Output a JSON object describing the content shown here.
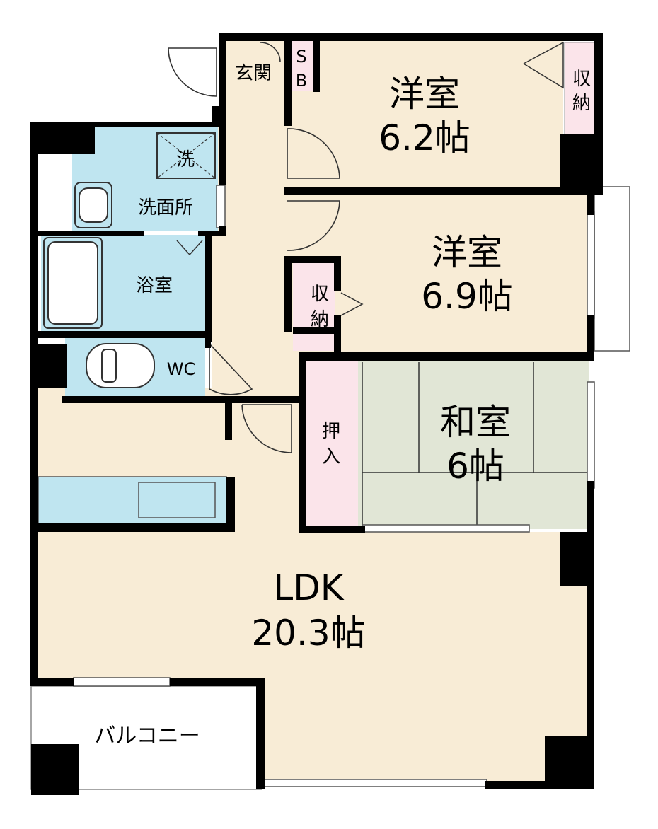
{
  "labels": {
    "entrance": "玄関",
    "shoe_box_s": "S",
    "shoe_box_b": "B",
    "room1_name": "洋室",
    "room1_size": "6.2帖",
    "storage1_a": "収",
    "storage1_b": "納",
    "washer": "洗",
    "washroom": "洗面所",
    "room2_name": "洋室",
    "room2_size": "6.9帖",
    "bath": "浴室",
    "storage2_a": "収",
    "storage2_b": "納",
    "wc": "WC",
    "oshiire_a": "押",
    "oshiire_b": "入",
    "washitsu_name": "和室",
    "washitsu_size": "6帖",
    "ldk_name": "LDK",
    "ldk_size": "20.3帖",
    "balcony": "バルコニー"
  },
  "colors": {
    "floor": "#f8ecd6",
    "water": "#bfe5f0",
    "storage": "#fbe4ea",
    "tatami": "#e1e6d6",
    "wall": "#000000"
  }
}
